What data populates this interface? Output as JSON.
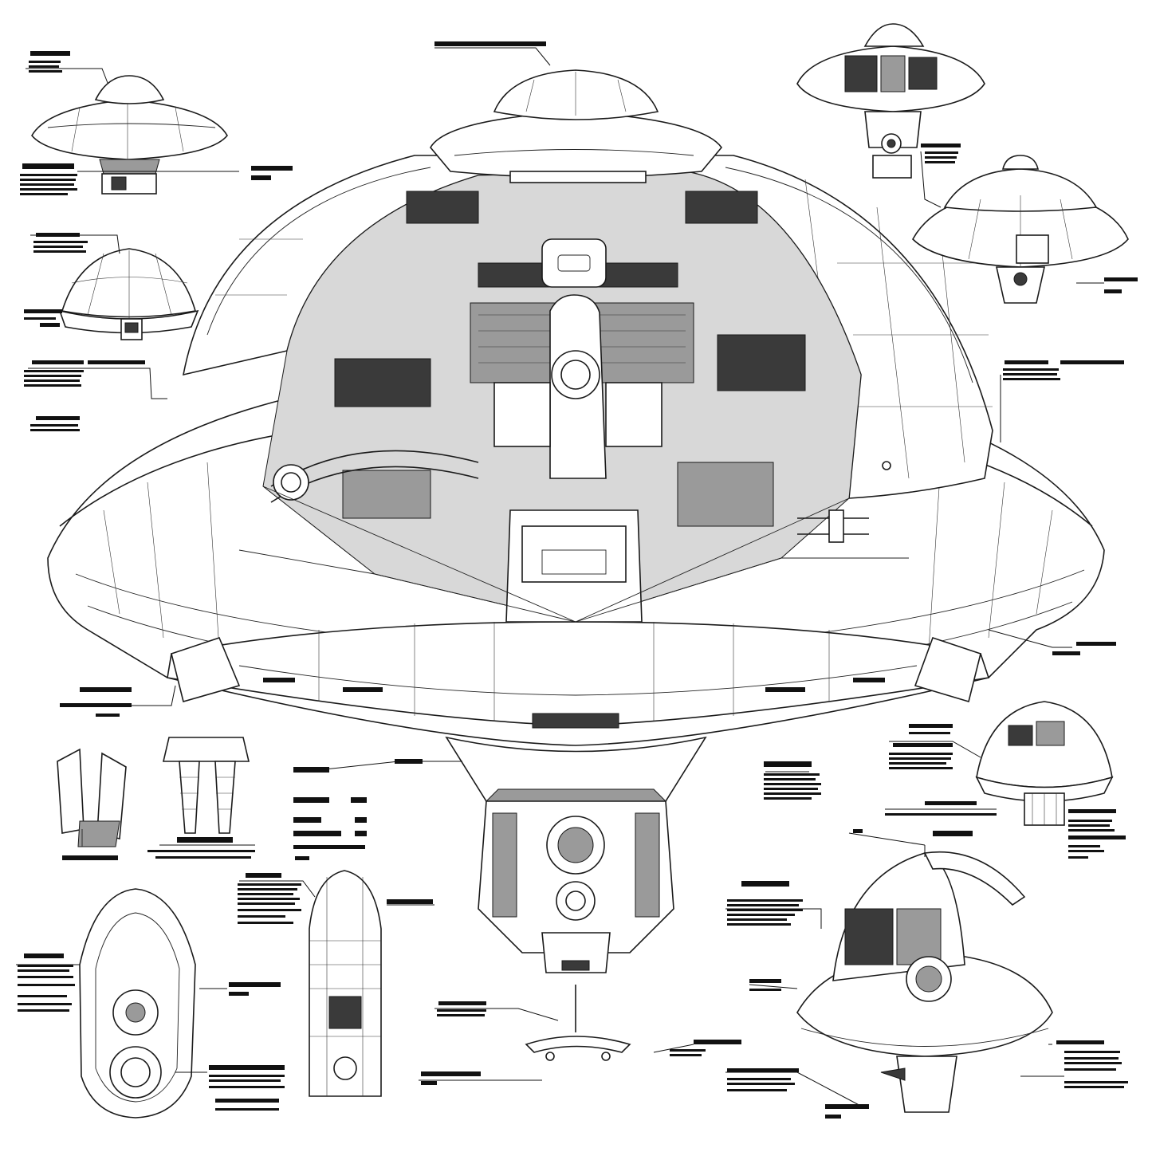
{
  "figure": {
    "description_text": "",
    "stroke_color": "#1a1a1a",
    "paper_color": "#ffffff",
    "shade_dark": "#3a3a3a",
    "shade_mid": "#9a9a9a"
  },
  "components": [
    {
      "name": "main-saucer-cutaway",
      "icon": "flying-saucer-cutaway"
    },
    {
      "name": "top-left-saucer",
      "icon": "saucer-elevation"
    },
    {
      "name": "left-dome-module",
      "icon": "dome-module"
    },
    {
      "name": "top-right-saucer",
      "icon": "saucer-cutaway-small"
    },
    {
      "name": "right-dome-saucer",
      "icon": "saucer-elevation"
    },
    {
      "name": "right-pod",
      "icon": "pod-cutaway"
    },
    {
      "name": "bottom-right-saucer",
      "icon": "saucer-open-cutaway"
    },
    {
      "name": "bracket-part",
      "icon": "bracket"
    },
    {
      "name": "leg-part",
      "icon": "landing-leg"
    },
    {
      "name": "capsule-plan",
      "icon": "capsule-top-view"
    },
    {
      "name": "capsule-elevation",
      "icon": "capsule-side-view"
    },
    {
      "name": "landing-pad",
      "icon": "landing-pad"
    }
  ]
}
